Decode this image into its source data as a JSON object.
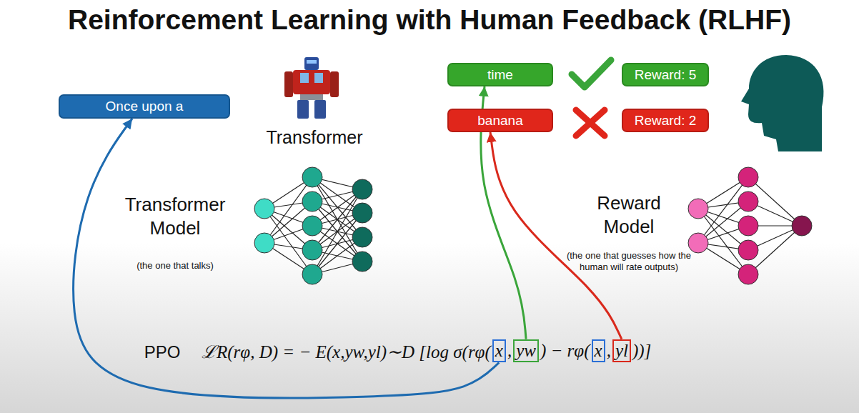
{
  "diagram": {
    "title": "Reinforcement Learning with Human Feedback (RLHF)",
    "nodes": [
      {
        "text": [
          "Once upon a"
        ]
      },
      {
        "text": [
          "time"
        ]
      },
      {
        "text": [
          "Reward: 5"
        ]
      },
      {
        "text": [
          "banana"
        ]
      },
      {
        "text": [
          "Reward: 2"
        ]
      },
      {
        "text": [
          "ℒR(rφ, D) = − E(x,yw,yl)∼D [log σ(rφ(",
          ",",
          ") − rφ(",
          ",",
          "))]"
        ]
      },
      {
        "text": [
          "x"
        ],
        "in": 5
      },
      {
        "text": [
          "yw"
        ],
        "in": 5
      },
      {
        "text": [
          "x"
        ],
        "in": 5
      },
      {
        "text": [
          "yl"
        ],
        "in": 5
      }
    ],
    "edges": [
      {
        "from": 6,
        "to": 0,
        "arrow": "to"
      },
      {
        "from": 7,
        "to": 1,
        "arrow": "to"
      },
      {
        "from": 9,
        "to": 3,
        "arrow": "to"
      }
    ],
    "labels": [
      "Transformer",
      "Transformer Model",
      "(the one that talks)",
      "Reward Model",
      "(the one that guesses how the human will rate outputs)",
      "PPO"
    ]
  }
}
